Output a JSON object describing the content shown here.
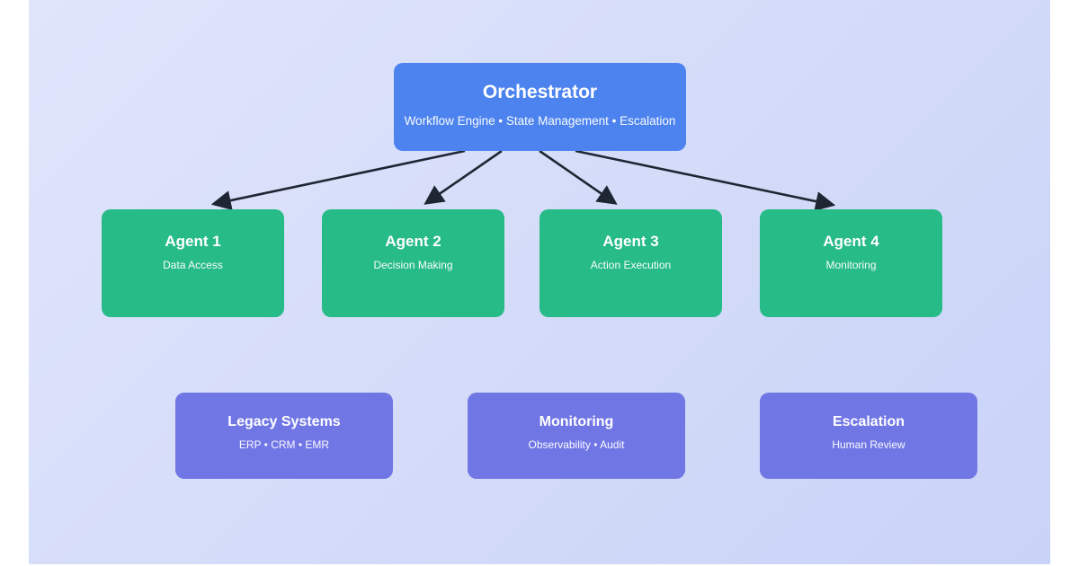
{
  "diagram": {
    "orchestrator": {
      "title": "Orchestrator",
      "subtitle": "Workflow Engine • State Management • Escalation"
    },
    "agents": [
      {
        "title": "Agent 1",
        "subtitle": "Data Access"
      },
      {
        "title": "Agent 2",
        "subtitle": "Decision Making"
      },
      {
        "title": "Agent 3",
        "subtitle": "Action Execution"
      },
      {
        "title": "Agent 4",
        "subtitle": "Monitoring"
      }
    ],
    "support_boxes": [
      {
        "title": "Legacy Systems",
        "subtitle": "ERP • CRM • EMR"
      },
      {
        "title": "Monitoring",
        "subtitle": "Observability • Audit"
      },
      {
        "title": "Escalation",
        "subtitle": "Human Review"
      }
    ]
  },
  "colors": {
    "page_background": "#ffffff",
    "canvas_gradient": "linear-gradient(135deg, #e0e5fb 0%, #c9d3f7 100%)",
    "orchestrator_box": "#4c83ee",
    "agent_box": "#27bb88",
    "support_box": "#7176e5",
    "arrow": "#1f2633",
    "text": "#ffffff"
  }
}
